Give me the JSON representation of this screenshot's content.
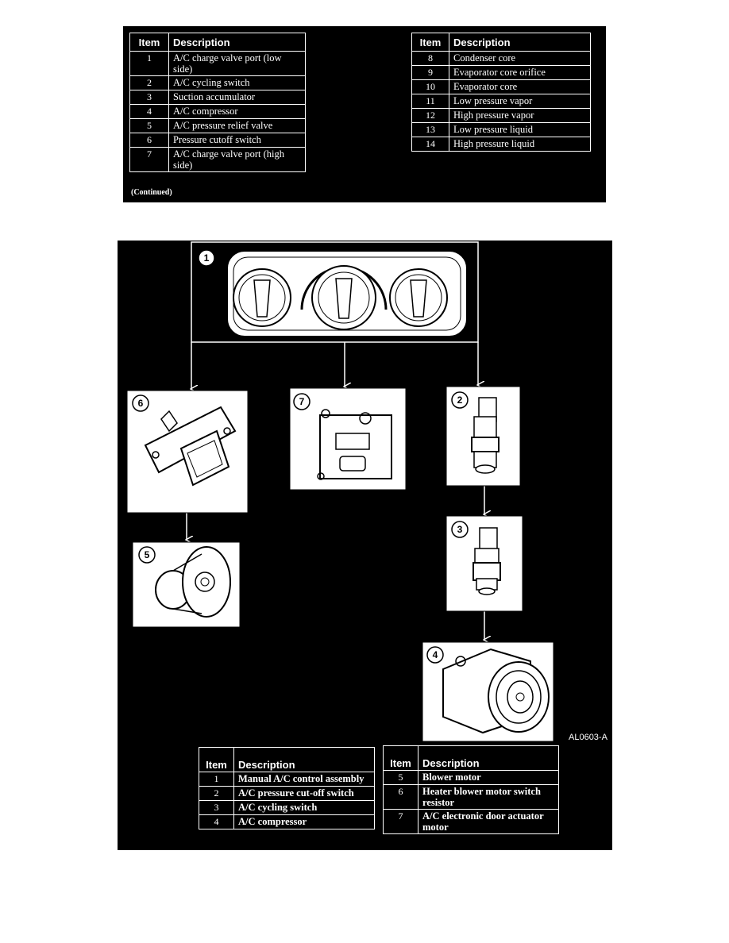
{
  "top_tables": {
    "left": {
      "headers": {
        "item": "Item",
        "description": "Description"
      },
      "rows": [
        {
          "item": "1",
          "description": "A/C charge valve port (low side)"
        },
        {
          "item": "2",
          "description": "A/C cycling switch"
        },
        {
          "item": "3",
          "description": "Suction accumulator"
        },
        {
          "item": "4",
          "description": "A/C compressor"
        },
        {
          "item": "5",
          "description": "A/C pressure relief valve"
        },
        {
          "item": "6",
          "description": "Pressure cutoff switch"
        },
        {
          "item": "7",
          "description": "A/C charge valve port (high side)"
        }
      ],
      "note": "(Continued)"
    },
    "right": {
      "headers": {
        "item": "Item",
        "description": "Description"
      },
      "rows": [
        {
          "item": "8",
          "description": "Condenser core"
        },
        {
          "item": "9",
          "description": "Evaporator core orifice"
        },
        {
          "item": "10",
          "description": "Evaporator core"
        },
        {
          "item": "11",
          "description": "Low pressure vapor"
        },
        {
          "item": "12",
          "description": "High pressure vapor"
        },
        {
          "item": "13",
          "description": "Low pressure liquid"
        },
        {
          "item": "14",
          "description": "High pressure liquid"
        }
      ]
    }
  },
  "diagram": {
    "reference_code": "AL0603-A",
    "callouts": [
      "1",
      "2",
      "3",
      "4",
      "5",
      "6",
      "7"
    ]
  },
  "bottom_tables": {
    "left": {
      "headers": {
        "item": "Item",
        "description": "Description"
      },
      "rows": [
        {
          "item": "1",
          "description": "Manual A/C control assembly"
        },
        {
          "item": "2",
          "description": "A/C pressure cut-off switch"
        },
        {
          "item": "3",
          "description": "A/C cycling switch"
        },
        {
          "item": "4",
          "description": "A/C compressor"
        }
      ]
    },
    "right": {
      "headers": {
        "item": "Item",
        "description": "Description"
      },
      "rows": [
        {
          "item": "5",
          "description": "Blower motor"
        },
        {
          "item": "6",
          "description": "Heater blower motor switch resistor"
        },
        {
          "item": "7",
          "description": "A/C electronic door actuator motor"
        }
      ]
    }
  }
}
